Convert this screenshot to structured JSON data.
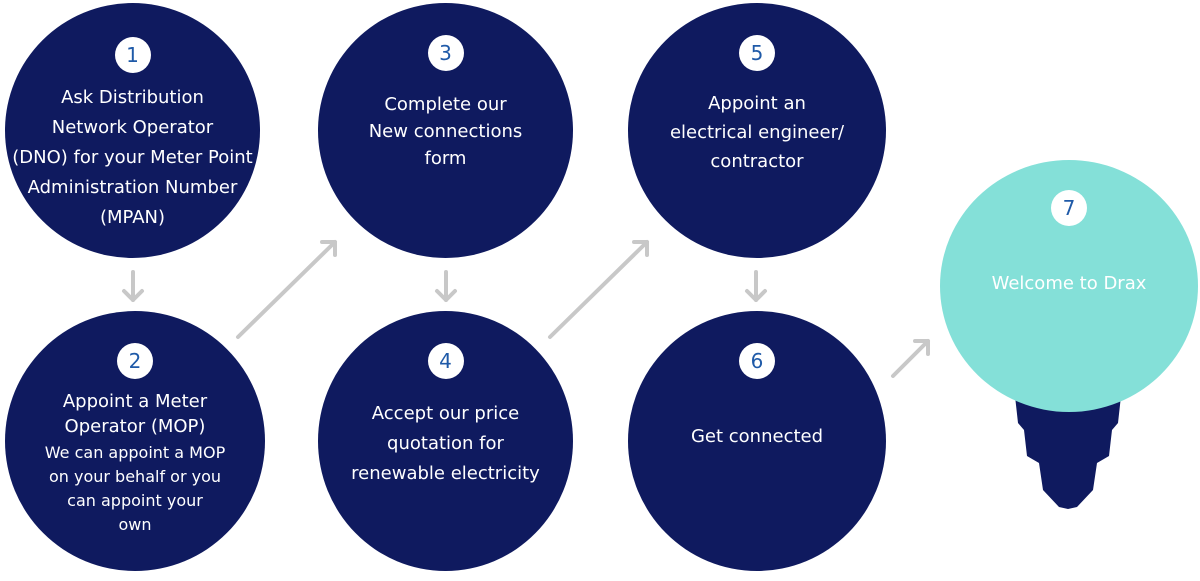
{
  "colors": {
    "step_fill": "#0f1a5f",
    "final_fill": "#84e0d8",
    "number_text": "#1f5aa8",
    "arrow": "#c8c8c8"
  },
  "steps": [
    {
      "number": "1",
      "title": "Ask Distribution\nNetwork Operator\n(DNO) for your Meter Point\nAdministration Number\n(MPAN)"
    },
    {
      "number": "2",
      "title": "Appoint a Meter\nOperator (MOP)",
      "description": "We can appoint a MOP\non your behalf or you\ncan appoint your\nown"
    },
    {
      "number": "3",
      "title": "Complete our\nNew connections\nform"
    },
    {
      "number": "4",
      "title": "Accept our price\nquotation for\nrenewable electricity"
    },
    {
      "number": "5",
      "title": "Appoint an\nelectrical engineer/\ncontractor"
    },
    {
      "number": "6",
      "title": "Get connected"
    },
    {
      "number": "7",
      "title": "Welcome to Drax"
    }
  ]
}
